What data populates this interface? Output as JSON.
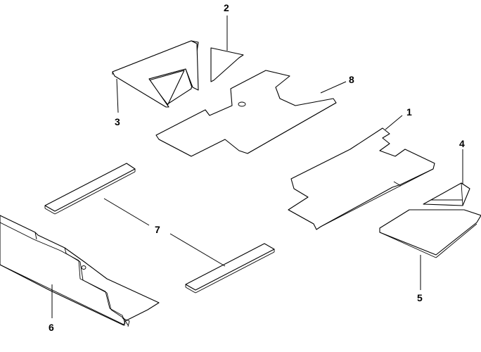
{
  "diagram": {
    "callouts": [
      {
        "id": "2",
        "text": "2"
      },
      {
        "id": "8",
        "text": "8"
      },
      {
        "id": "3",
        "text": "3"
      },
      {
        "id": "1",
        "text": "1"
      },
      {
        "id": "4",
        "text": "4"
      },
      {
        "id": "7",
        "text": "7"
      },
      {
        "id": "5",
        "text": "5"
      },
      {
        "id": "6",
        "text": "6"
      }
    ]
  }
}
